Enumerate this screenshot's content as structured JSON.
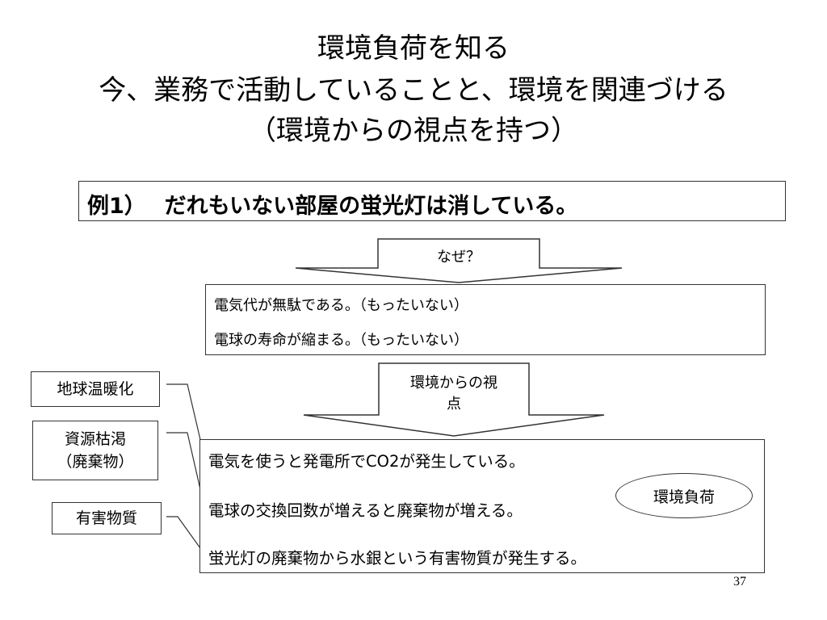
{
  "title": {
    "line1": "環境負荷を知る",
    "line2": "今、業務で活動していることと、環境を関連づける",
    "line3": "（環境からの視点を持つ）"
  },
  "example": {
    "text": "例1）　 だれもいない部屋の蛍光灯は消している。"
  },
  "arrow1": {
    "label": "なぜ？"
  },
  "reasons": [
    "電気代が無駄である。（もったいない）",
    "電球の寿命が縮まる。（もったいない）"
  ],
  "arrow2": {
    "label_line1": "環境からの視",
    "label_line2": "点"
  },
  "impacts": [
    "電気を使うと発電所でCO2が発生している。",
    "電球の交換回数が増えると廃棄物が増える。",
    "蛍光灯の廃棄物から水銀という有害物質が発生する。"
  ],
  "side_labels": {
    "global_warming": "地球温暖化",
    "resource_line1": "資源枯渇",
    "resource_line2": "（廃棄物）",
    "hazardous": "有害物質"
  },
  "env_load": "環境負荷",
  "page_number": "37"
}
